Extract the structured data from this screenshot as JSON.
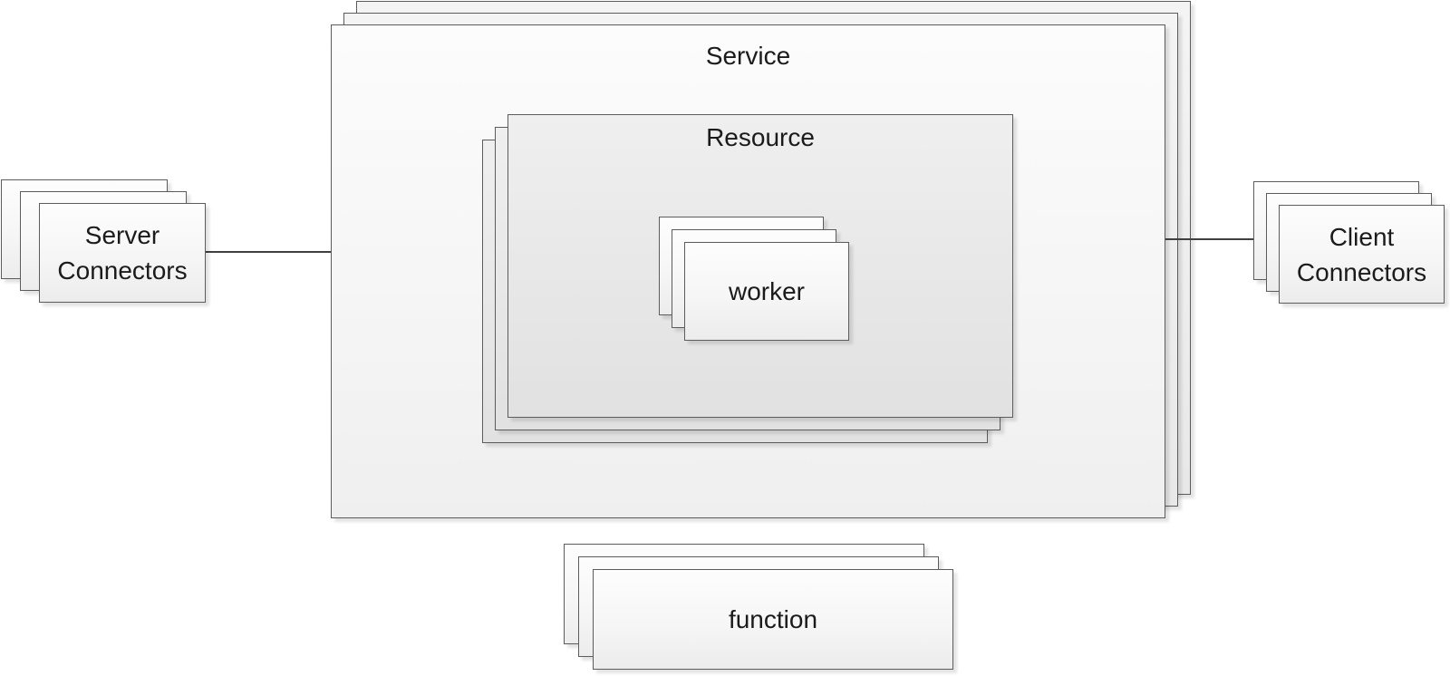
{
  "diagram_type": "architecture-block-diagram",
  "colors": {
    "background": "#ffffff",
    "box_border": "#5c5c5c",
    "connector_line": "#404040",
    "text": "#1b1b1b",
    "light_fill_top": "#fdfdfd",
    "light_fill_bottom": "#ececec",
    "gray_fill_top": "#efefef",
    "gray_fill_bottom": "#e1e1e1"
  },
  "nodes": {
    "service": {
      "label": "Service",
      "instances_shown": 3
    },
    "resource": {
      "label": "Resource",
      "instances_shown": 3
    },
    "worker": {
      "label": "worker",
      "instances_shown": 3
    },
    "server_connectors": {
      "label": "Server Connectors",
      "instances_shown": 3
    },
    "client_connectors": {
      "label": "Client Connectors",
      "instances_shown": 3
    },
    "function": {
      "label": "function",
      "instances_shown": 3
    }
  },
  "connections": [
    {
      "from": "server_connectors",
      "to": "service"
    },
    {
      "from": "service",
      "to": "client_connectors"
    }
  ]
}
